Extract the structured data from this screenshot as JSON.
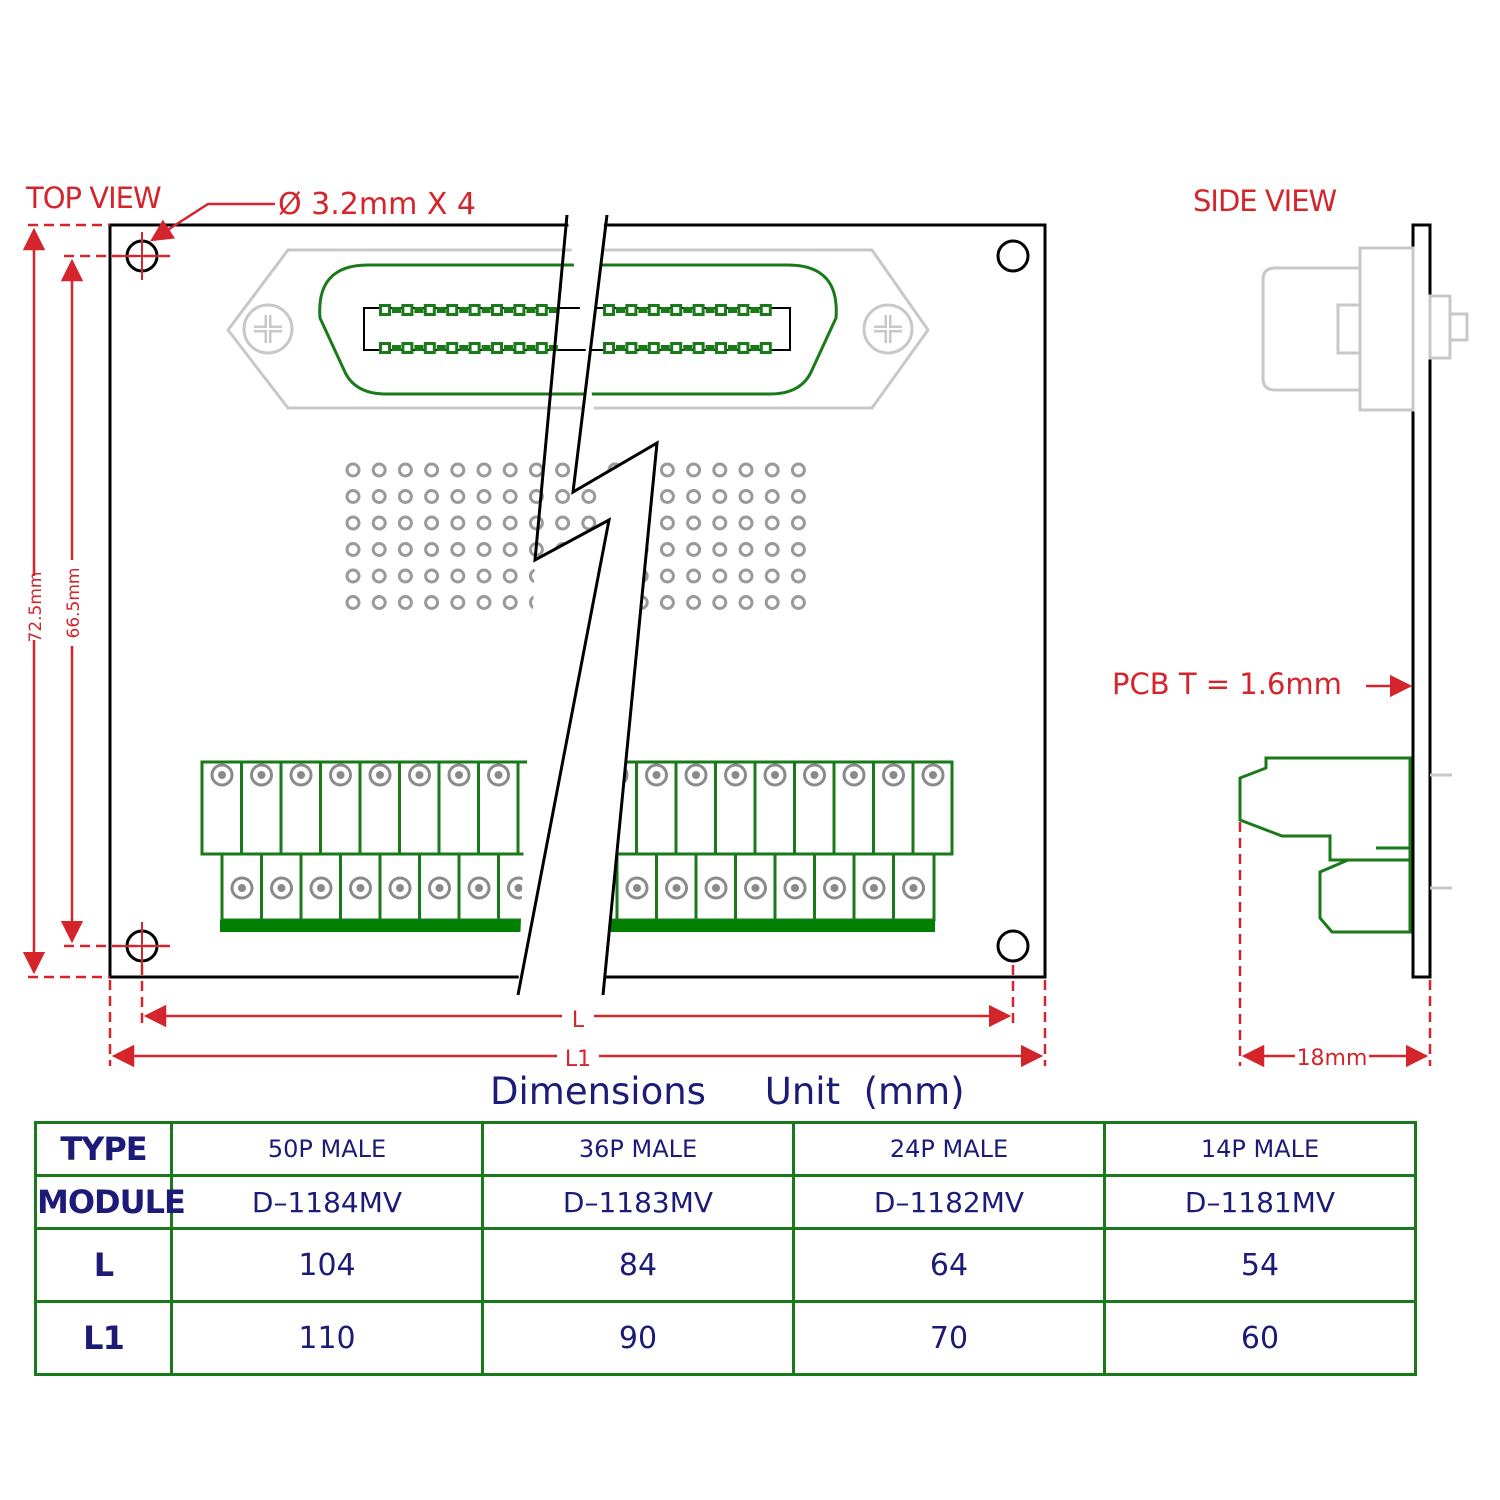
{
  "labels": {
    "top_view": "TOP VIEW",
    "side_view": "SIDE VIEW",
    "mount_holes": "Ø 3.2mm X 4",
    "pcb_thickness": "PCB T = 1.6mm",
    "dim_72_5": "72.5mm",
    "dim_66_5": "66.5mm",
    "dim_l": "L",
    "dim_l1": "L1",
    "dim_18": "18mm",
    "table_title": "Dimensions     Unit  (mm)"
  },
  "colors": {
    "dimension": "#d4242c",
    "board_outline": "#000000",
    "terminal_fill": "#008000",
    "connector_outline": "#c8c8c8",
    "table_border": "#1a7a1a",
    "table_text": "#1c1c78"
  },
  "table": {
    "rows": [
      {
        "header": "TYPE",
        "cells": [
          "50P MALE",
          "36P MALE",
          "24P MALE",
          "14P MALE"
        ]
      },
      {
        "header": "MODULE",
        "cells": [
          "D–1184MV",
          "D–1183MV",
          "D–1182MV",
          "D–1181MV"
        ]
      },
      {
        "header": "L",
        "cells": [
          "104",
          "84",
          "64",
          "54"
        ]
      },
      {
        "header": "L1",
        "cells": [
          "110",
          "90",
          "70",
          "60"
        ]
      }
    ]
  }
}
